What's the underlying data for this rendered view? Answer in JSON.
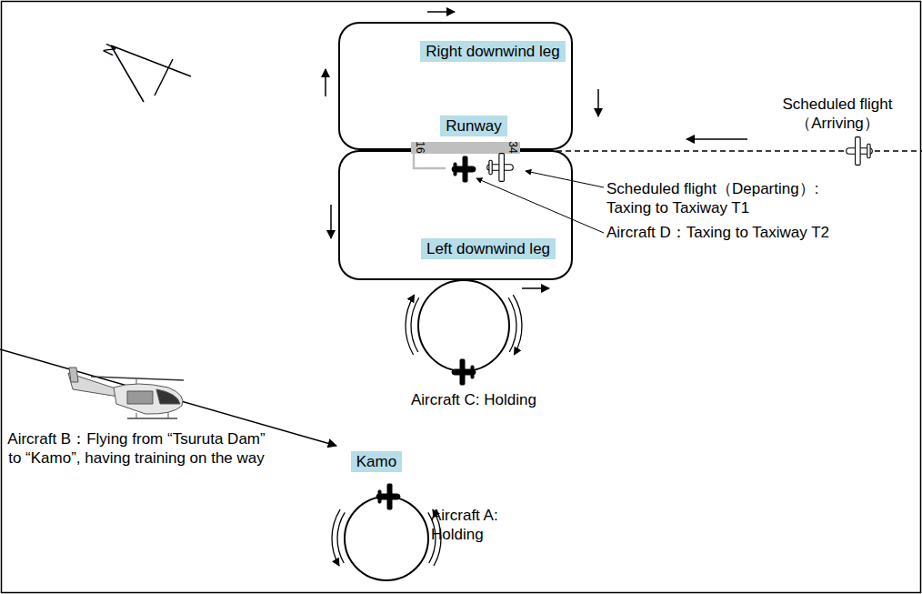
{
  "diagram": {
    "nodes": [
      {
        "text": [
          "Right downwind leg"
        ]
      },
      {
        "text": [
          "Runway"
        ]
      },
      {
        "text": [
          "Left downwind leg"
        ]
      },
      {
        "text": [
          "Kamo"
        ]
      }
    ],
    "labels": [
      "N",
      "16",
      "34",
      "Scheduled flight （Arriving）",
      "Scheduled flight（Departing）: Taxing to Taxiway T1",
      "Aircraft D：Taxing to Taxiway T2",
      "Aircraft C: Holding",
      "Aircraft B：Flying from “Tsuruta Dam” to “Kamo”, having training on the way",
      "Aircraft A: Holding"
    ]
  }
}
